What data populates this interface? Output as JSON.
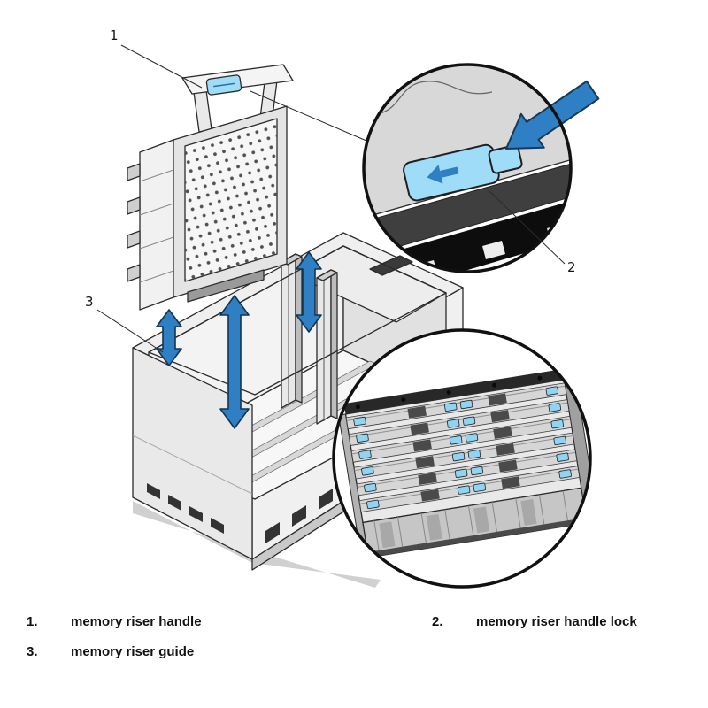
{
  "figure": {
    "callouts": {
      "one": "1",
      "two": "2",
      "three": "3"
    }
  },
  "legend": {
    "item1_num": "1.",
    "item1_label": "memory riser handle",
    "item2_num": "2.",
    "item2_label": "memory riser handle lock",
    "item3_num": "3.",
    "item3_label": "memory riser guide"
  },
  "colors": {
    "line_dark": "#2b2b2b",
    "arrow_blue": "#2e7fc3",
    "latch_blue": "#9edcf7"
  },
  "icons": {
    "insertion_arrows": "double-headed-vertical-arrow",
    "press_arrow": "solid-arrow-pointing-at-latch",
    "latch_printed_arrow": "left-arrow-on-latch"
  }
}
